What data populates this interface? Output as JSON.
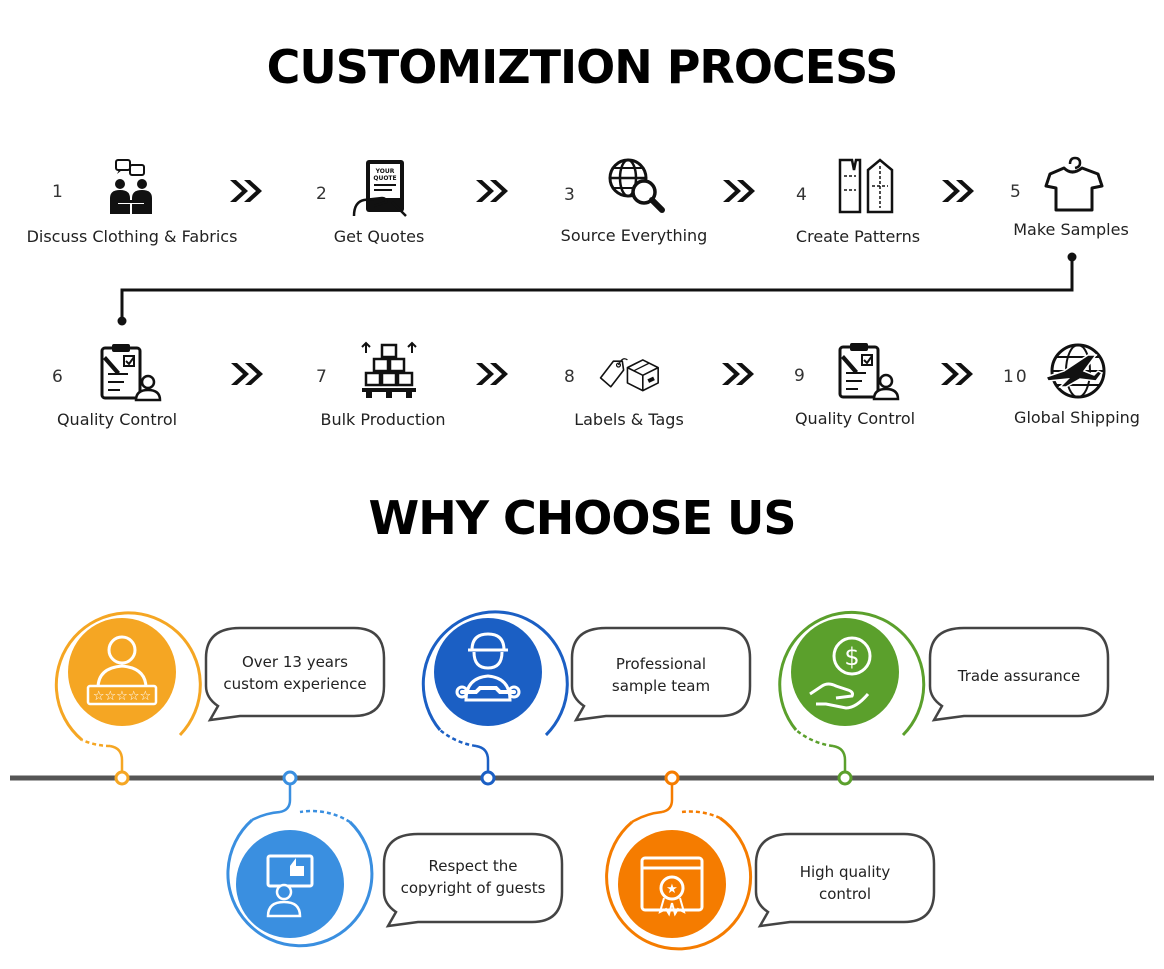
{
  "process": {
    "title": "CUSTOMIZTION PROCESS",
    "steps": [
      {
        "num": "1",
        "label": "Discuss Clothing & Fabrics",
        "icon": "meeting-chat-icon"
      },
      {
        "num": "2",
        "label": "Get Quotes",
        "icon": "quote-tablet-icon"
      },
      {
        "num": "3",
        "label": "Source Everything",
        "icon": "globe-search-icon"
      },
      {
        "num": "4",
        "label": "Create Patterns",
        "icon": "garment-pattern-icon"
      },
      {
        "num": "5",
        "label": "Make Samples",
        "icon": "shirt-hanger-icon"
      },
      {
        "num": "6",
        "label": "Quality Control",
        "icon": "clipboard-inspector-icon"
      },
      {
        "num": "7",
        "label": "Bulk Production",
        "icon": "boxes-pallet-icon"
      },
      {
        "num": "8",
        "label": "Labels & Tags",
        "icon": "tag-box-icon"
      },
      {
        "num": "9",
        "label": "Quality Control",
        "icon": "clipboard-inspector-icon"
      },
      {
        "num": "10",
        "label": "Global Shipping",
        "icon": "globe-plane-icon"
      }
    ]
  },
  "why": {
    "title": "WHY CHOOSE US",
    "items": [
      {
        "text": "Over 13 years\ncustom experience",
        "color": "#f5a623",
        "icon": "rated-person-icon"
      },
      {
        "text": "Respect the\ncopyright of guests",
        "color": "#3a8fe0",
        "icon": "person-thumbs-up-icon"
      },
      {
        "text": "Professional\nsample team",
        "color": "#1b5fc4",
        "icon": "worker-wrench-icon"
      },
      {
        "text": "High quality\ncontrol",
        "color": "#f57c00",
        "icon": "quality-badge-icon"
      },
      {
        "text": "Trade assurance",
        "color": "#5ba02c",
        "icon": "dollar-hand-icon"
      }
    ]
  },
  "colors": {
    "timeline": "#555555",
    "ink": "#111111"
  }
}
